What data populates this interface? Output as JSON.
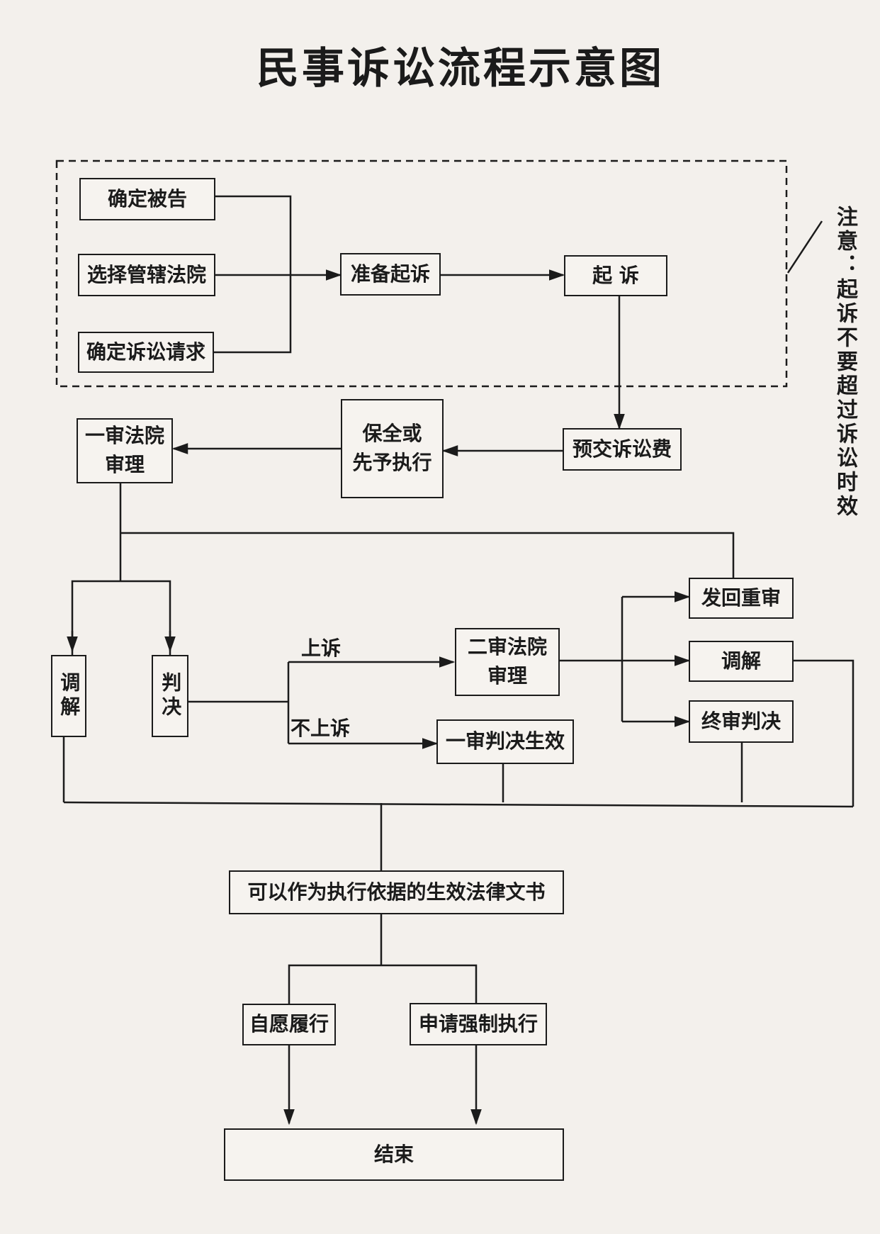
{
  "title": "民事诉讼流程示意图",
  "note": "注意：起诉不要超过诉讼时效",
  "nodes": {
    "defendant": "确定被告",
    "court": "选择管辖法院",
    "claim": "确定诉讼请求",
    "prepare": "准备起诉",
    "sue": "起 诉",
    "fee": "预交诉讼费",
    "preserve": "保全或\n先予执行",
    "first_trial": "一审法院\n审理",
    "mediation1": "调解",
    "judgment": "判决",
    "second_trial": "二审法院\n审理",
    "first_effective": "一审判决生效",
    "retrial": "发回重审",
    "mediation2": "调解",
    "final_judgment": "终审判决",
    "document": "可以作为执行依据的生效法律文书",
    "voluntary": "自愿履行",
    "enforce": "申请强制执行",
    "end": "结束"
  },
  "labels": {
    "appeal": "上诉",
    "no_appeal": "不上诉"
  }
}
